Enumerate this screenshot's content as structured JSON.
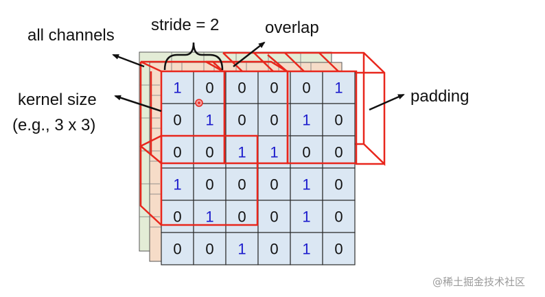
{
  "labels": {
    "all_channels": "all channels",
    "stride": "stride = 2",
    "overlap": "overlap",
    "kernel_size_line1": "kernel size",
    "kernel_size_line2": "(e.g., 3 x 3)",
    "padding": "padding",
    "watermark": "@稀土掘金技术社区"
  },
  "grid": {
    "rows": [
      [
        "1",
        "0",
        "0",
        "0",
        "0",
        "1"
      ],
      [
        "0",
        "1",
        "0",
        "0",
        "1",
        "0"
      ],
      [
        "0",
        "0",
        "1",
        "1",
        "0",
        "0"
      ],
      [
        "1",
        "0",
        "0",
        "0",
        "1",
        "0"
      ],
      [
        "0",
        "1",
        "0",
        "0",
        "1",
        "0"
      ],
      [
        "0",
        "0",
        "1",
        "0",
        "1",
        "0"
      ]
    ]
  },
  "colors": {
    "cell_fill": "#dbe7f3",
    "cell_stroke": "#2b2b2b",
    "one_text": "#1a1acc",
    "zero_text": "#111111",
    "kernel_red": "#e8261c",
    "back_layer_green": "#e3ecd6",
    "back_layer_peach": "#f6dcc8",
    "watermark": "#9a9a9a"
  }
}
